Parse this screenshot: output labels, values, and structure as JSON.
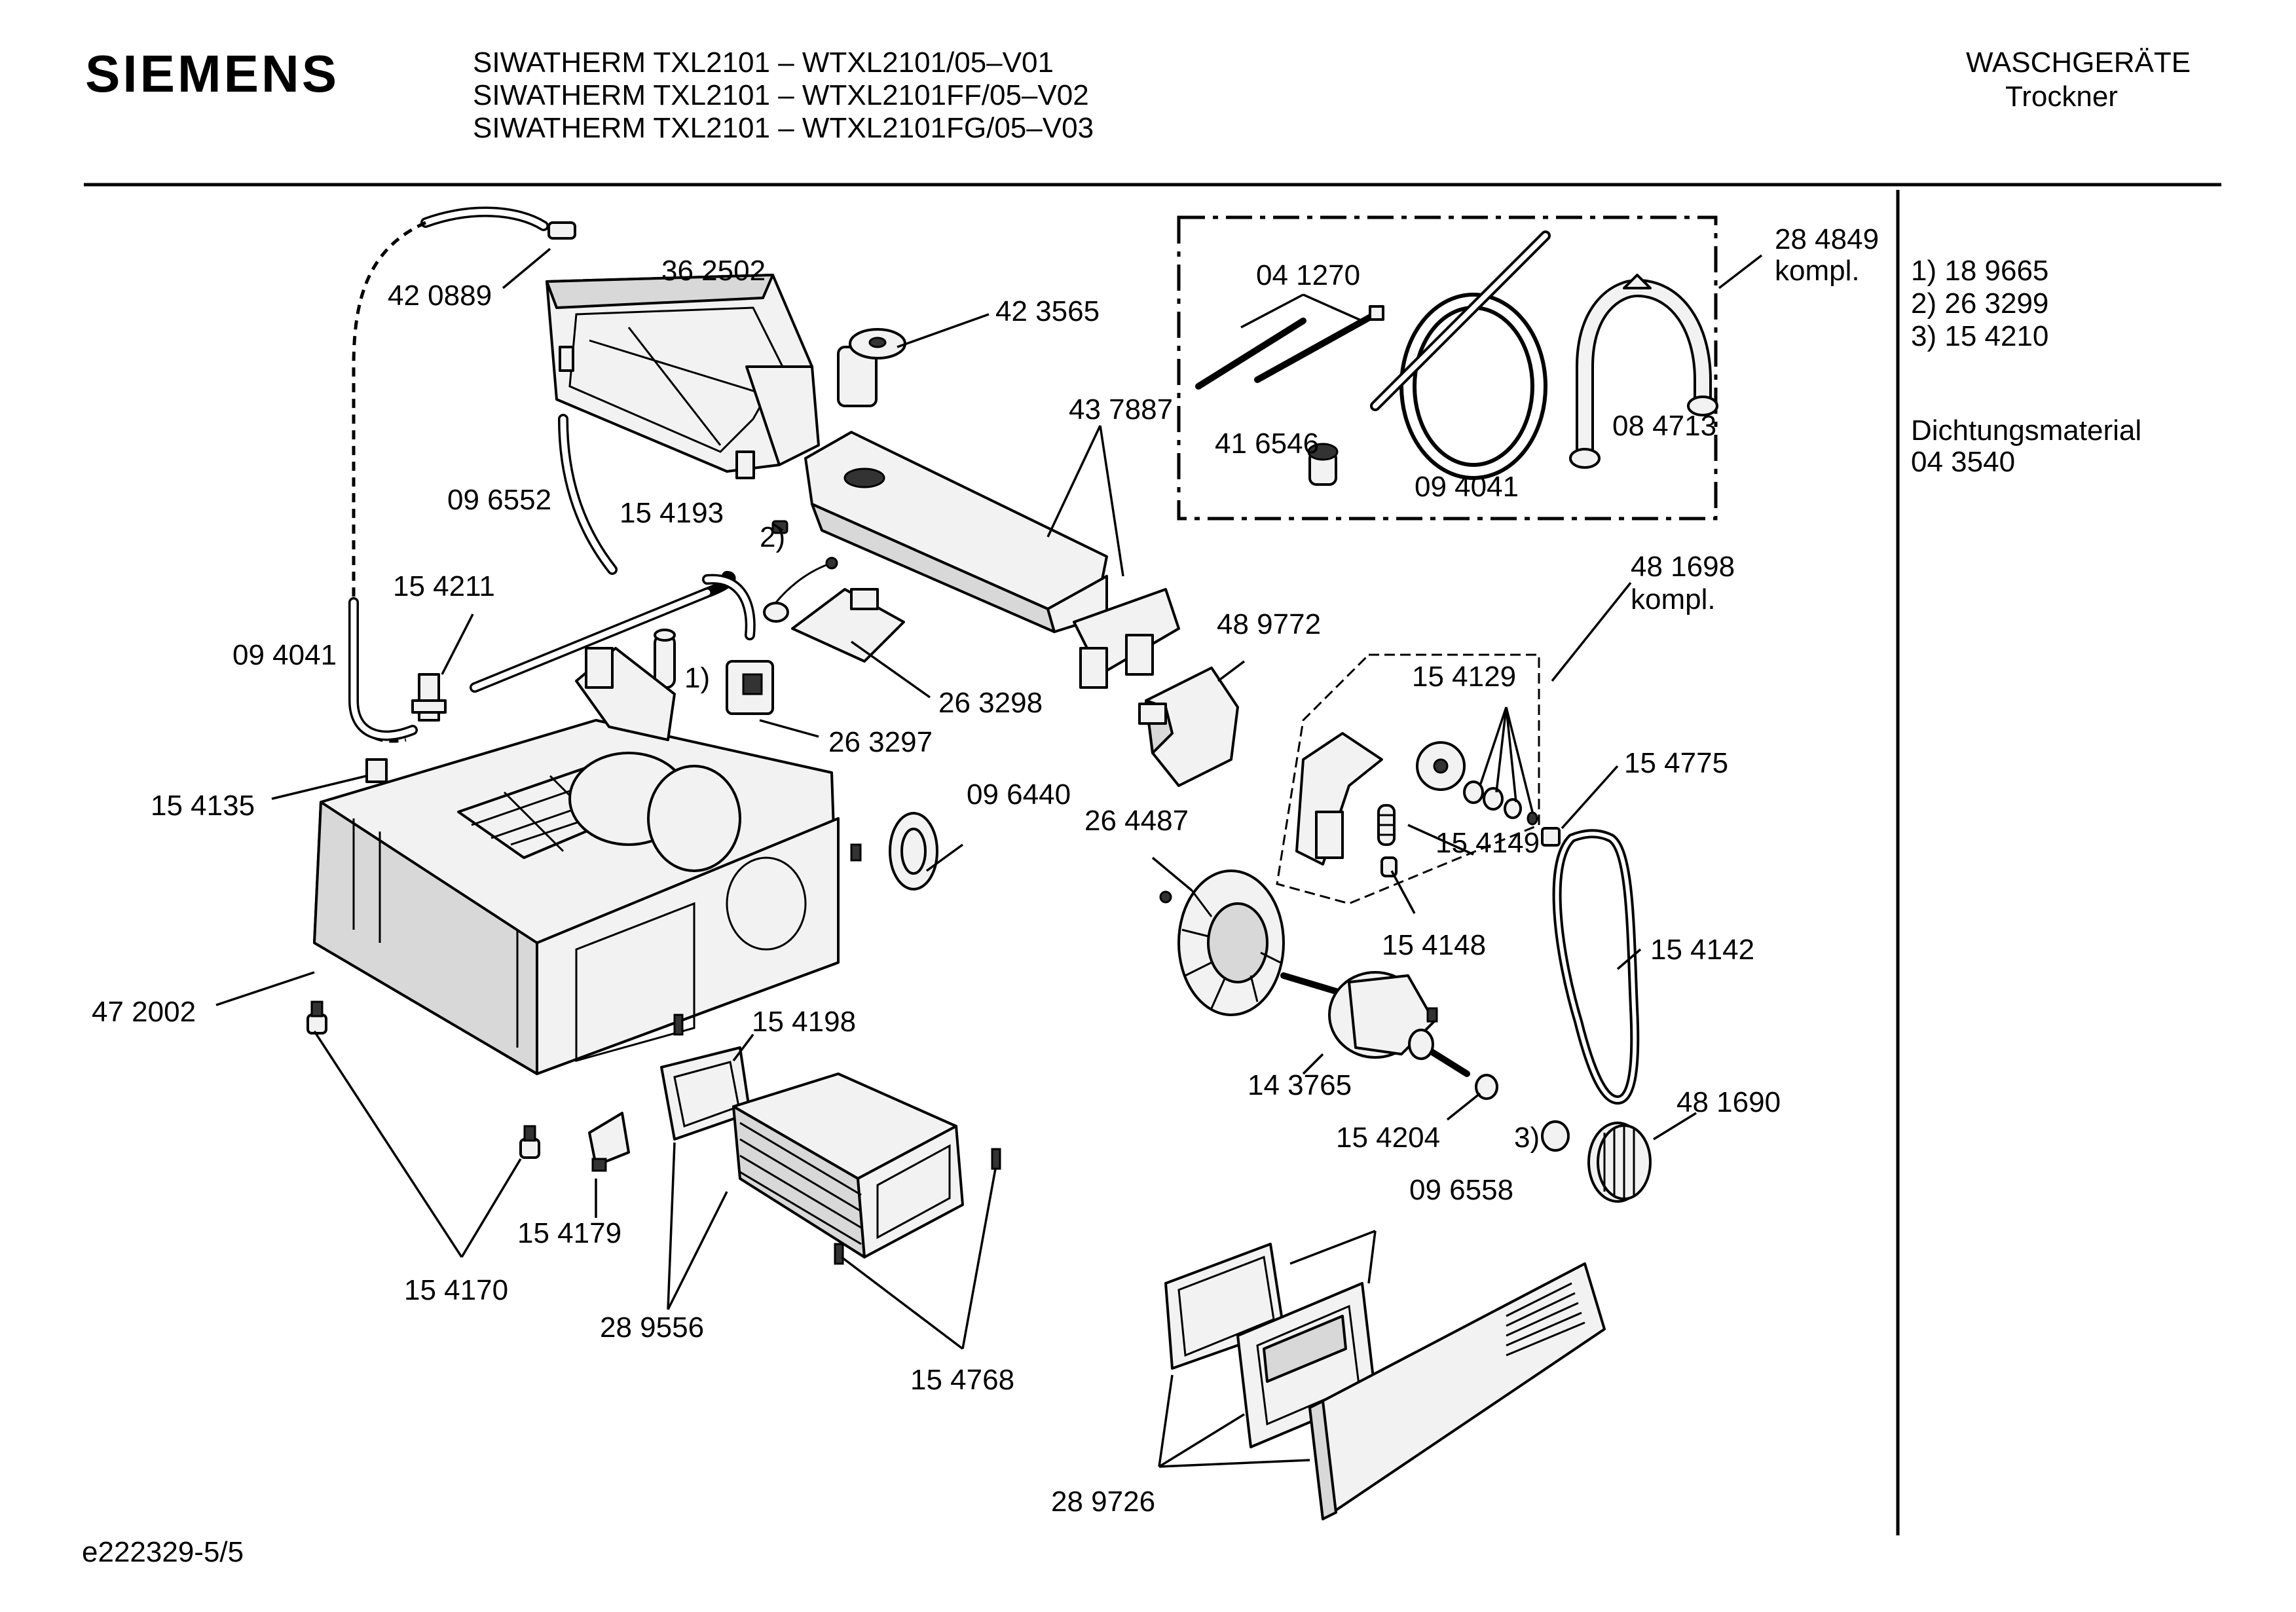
{
  "header": {
    "brand": "SIEMENS",
    "models": [
      "SIWATHERM TXL2101 – WTXL2101/05–V01",
      "SIWATHERM TXL2101 – WTXL2101FF/05–V02",
      "SIWATHERM TXL2101 – WTXL2101FG/05–V03"
    ],
    "category": "WASCHGERÄTE",
    "subcategory": "Trockner"
  },
  "side_notes": {
    "items": [
      "1) 18 9665",
      "2) 26 3299",
      "3) 15 4210"
    ],
    "sealing_label": "Dichtungsmaterial",
    "sealing_number": "04 3540"
  },
  "labels": {
    "p420889": "42 0889",
    "p362502": "36 2502",
    "p423565": "42 3565",
    "p437887": "43 7887",
    "p096552": "09 6552",
    "p154193": "15 4193",
    "p154211": "15 4211",
    "p094041a": "09 4041",
    "note2": "2)",
    "note1": "1)",
    "p263298": "26 3298",
    "p263297": "26 3297",
    "p154135": "15 4135",
    "p096440": "09 6440",
    "p264487": "26 4487",
    "p489772": "48 9772",
    "p472002": "47 2002",
    "p154198": "15 4198",
    "p154179": "15 4179",
    "p154170": "15 4170",
    "p289556": "28 9556",
    "p154768": "15 4768",
    "p041270": "04 1270",
    "p416546": "41 6546",
    "p094041b": "09 4041",
    "p084713": "08 4713",
    "p284849": "28 4849",
    "kompl1": "kompl.",
    "p481698": "48 1698",
    "kompl2": "kompl.",
    "p154129": "15 4129",
    "p154775": "15 4775",
    "p154149": "15 4149",
    "p154148": "15 4148",
    "p154142": "15 4142",
    "p143765": "14 3765",
    "p154204": "15 4204",
    "note3": "3)",
    "p481690": "48 1690",
    "p096558": "09 6558",
    "p289726": "28 9726"
  },
  "footer": {
    "code": "e222329-5/5"
  }
}
